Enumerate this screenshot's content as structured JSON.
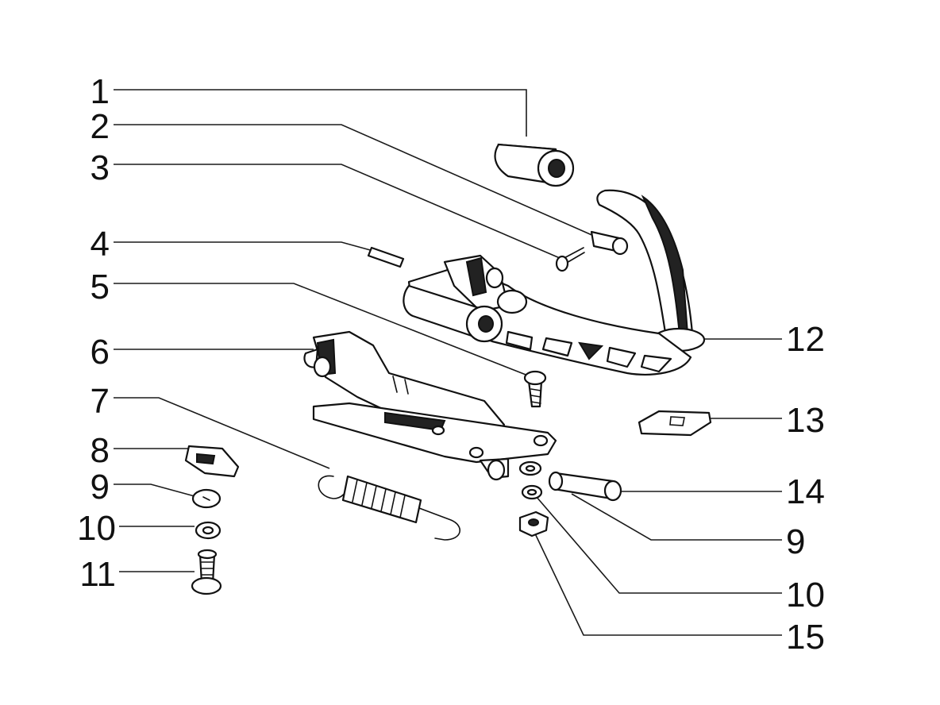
{
  "callouts": [
    {
      "id": "c1",
      "label": "1"
    },
    {
      "id": "c2",
      "label": "2"
    },
    {
      "id": "c3",
      "label": "3"
    },
    {
      "id": "c4",
      "label": "4"
    },
    {
      "id": "c5",
      "label": "5"
    },
    {
      "id": "c6",
      "label": "6"
    },
    {
      "id": "c7",
      "label": "7"
    },
    {
      "id": "c8",
      "label": "8"
    },
    {
      "id": "c9a",
      "label": "9"
    },
    {
      "id": "c10a",
      "label": "10"
    },
    {
      "id": "c11",
      "label": "11"
    },
    {
      "id": "c12",
      "label": "12"
    },
    {
      "id": "c13",
      "label": "13"
    },
    {
      "id": "c14",
      "label": "14"
    },
    {
      "id": "c9b",
      "label": "9"
    },
    {
      "id": "c10b",
      "label": "10"
    },
    {
      "id": "c15",
      "label": "15"
    }
  ]
}
